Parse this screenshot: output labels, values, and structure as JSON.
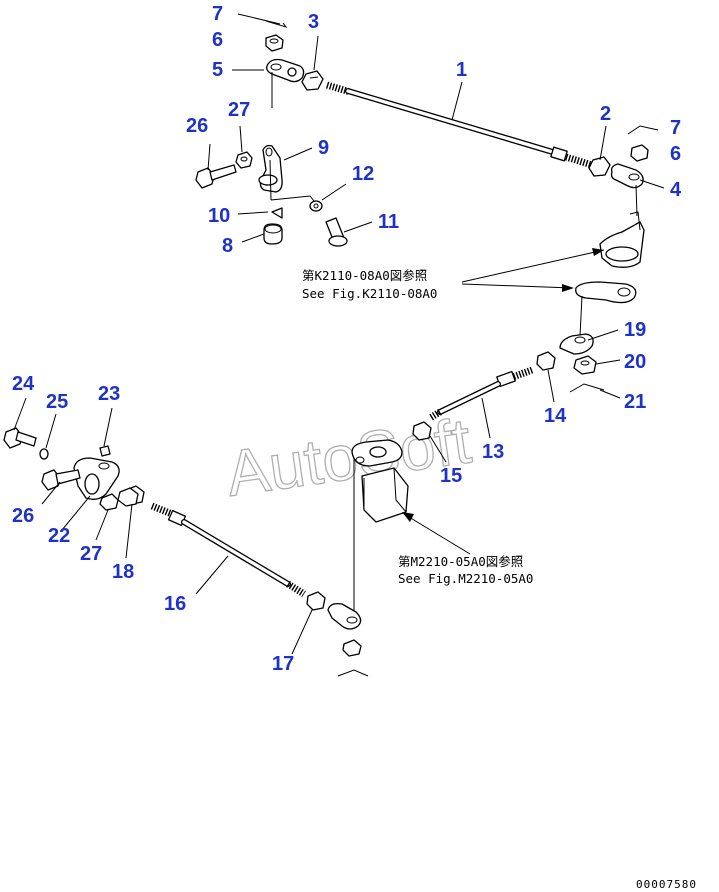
{
  "callouts": [
    {
      "id": "1",
      "text": "1"
    },
    {
      "id": "2",
      "text": "2"
    },
    {
      "id": "3",
      "text": "3"
    },
    {
      "id": "4",
      "text": "4"
    },
    {
      "id": "5",
      "text": "5"
    },
    {
      "id": "6a",
      "text": "6"
    },
    {
      "id": "6b",
      "text": "6"
    },
    {
      "id": "7a",
      "text": "7"
    },
    {
      "id": "7b",
      "text": "7"
    },
    {
      "id": "8",
      "text": "8"
    },
    {
      "id": "9",
      "text": "9"
    },
    {
      "id": "10",
      "text": "10"
    },
    {
      "id": "11",
      "text": "11"
    },
    {
      "id": "12",
      "text": "12"
    },
    {
      "id": "13",
      "text": "13"
    },
    {
      "id": "14",
      "text": "14"
    },
    {
      "id": "15",
      "text": "15"
    },
    {
      "id": "16",
      "text": "16"
    },
    {
      "id": "17",
      "text": "17"
    },
    {
      "id": "18",
      "text": "18"
    },
    {
      "id": "19",
      "text": "19"
    },
    {
      "id": "20",
      "text": "20"
    },
    {
      "id": "21",
      "text": "21"
    },
    {
      "id": "22",
      "text": "22"
    },
    {
      "id": "23",
      "text": "23"
    },
    {
      "id": "24",
      "text": "24"
    },
    {
      "id": "25",
      "text": "25"
    },
    {
      "id": "26a",
      "text": "26"
    },
    {
      "id": "26b",
      "text": "26"
    },
    {
      "id": "27a",
      "text": "27"
    },
    {
      "id": "27b",
      "text": "27"
    }
  ],
  "references": {
    "k2110_jp": "第K2110-08A0図参照",
    "k2110_en": "See Fig.K2110-08A0",
    "m2210_jp": "第M2210-05A0図参照",
    "m2210_en": "See Fig.M2210-05A0"
  },
  "watermark": "AutoSoft",
  "drawing_code": "00007580",
  "colors": {
    "callout": "#1e32c8",
    "line": "#000000",
    "watermark": "#b0b0b0"
  }
}
